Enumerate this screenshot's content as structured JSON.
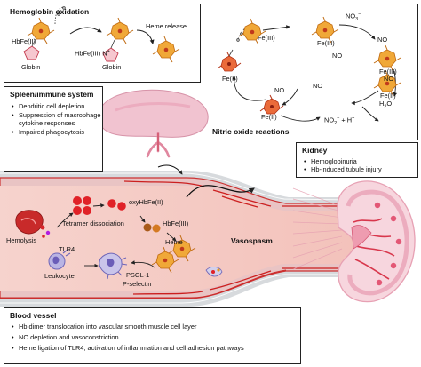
{
  "panels": {
    "hemoglobin_oxidation": {
      "title": "Hemoglobin oxidation",
      "hbfe2": "HbFe(II)",
      "hbfe3": "HbFe(III)",
      "n_label": "N",
      "n_charge": "+",
      "globin_left": "Globin",
      "globin_right": "Globin",
      "heme_release": "Heme release"
    },
    "nitric_oxide": {
      "title": "Nitric oxide reactions",
      "no3": "NO",
      "no3_sub": "3",
      "no3_sup": "−",
      "fe3_top": "Fe(III)",
      "fe3_mid": "Fe(III)",
      "fe3_right": "Fe(III)",
      "fe2_left": "Fe(II)",
      "fe2_bottom": "Fe(II)",
      "fe2_right": "Fe(II)",
      "no_labels": [
        "NO",
        "NO",
        "NO",
        "NO",
        "NO"
      ],
      "h2o": "H",
      "h2o_sub": "2",
      "h2o_tail": "O",
      "no2_main": "NO",
      "no2_sub": "2",
      "no2_sup": "−",
      "no2_tail": " + H",
      "no2_hplus": "+"
    },
    "spleen": {
      "title": "Spleen/immune system",
      "bullets": [
        "Dendritic cell depletion",
        "Suppression of macrophage cytokine responses",
        "Impaired phagocytosis"
      ]
    },
    "kidney": {
      "title": "Kidney",
      "bullets": [
        "Hemoglobinuria",
        "Hb-induced tubule injury"
      ]
    },
    "vessel": {
      "hemolysis": "Hemolysis",
      "tetramer": "Tetramer dissociation",
      "oxyhb": "oxyHbFe(II)",
      "hbfe3": "HbFe(III)",
      "tlr4": "TLR4",
      "leukocyte": "Leukocyte",
      "heme": "Heme",
      "psgl1": "PSGL-1",
      "pselectin": "P-selectin",
      "vasospasm": "Vasospasm"
    },
    "blood_vessel": {
      "title": "Blood vessel",
      "bullets": [
        "Hb dimer translocation into vascular smooth muscle cell layer",
        "NO depletion and vasoconstriction",
        "Heme ligation of TLR4; activation of inflammation and cell adhesion pathways"
      ]
    }
  },
  "colors": {
    "heme_orange": "#e8961f",
    "heme_red": "#e0452a",
    "vessel_lumen": "#f4c9c2",
    "wall_grey": "#c9ccd0",
    "muscle_red": "#cc1f1f",
    "kidney_pink": "#f2b7c4",
    "spleen_pink": "#eab3c3",
    "rbc_red": "#d7262b"
  }
}
